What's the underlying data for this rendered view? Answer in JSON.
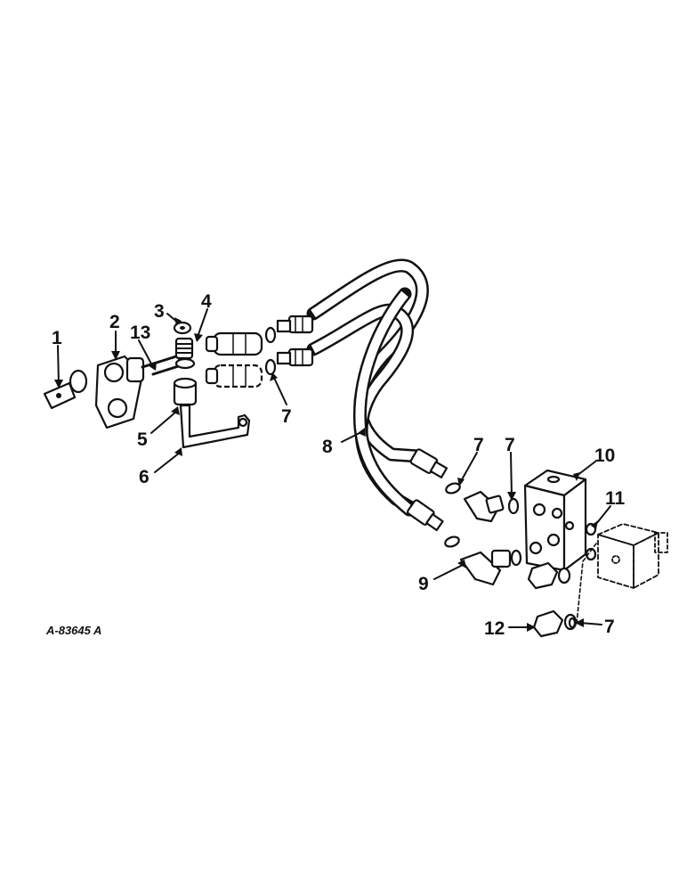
{
  "drawing_code": "A-83645 A",
  "callouts": [
    {
      "id": "c1",
      "text": "1"
    },
    {
      "id": "c2",
      "text": "2"
    },
    {
      "id": "c3",
      "text": "3"
    },
    {
      "id": "c4",
      "text": "4"
    },
    {
      "id": "c5",
      "text": "5"
    },
    {
      "id": "c6",
      "text": "6"
    },
    {
      "id": "c7a",
      "text": "7"
    },
    {
      "id": "c7b",
      "text": "7"
    },
    {
      "id": "c7c",
      "text": "7"
    },
    {
      "id": "c7d",
      "text": "7"
    },
    {
      "id": "c8",
      "text": "8"
    },
    {
      "id": "c9",
      "text": "9"
    },
    {
      "id": "c10",
      "text": "10"
    },
    {
      "id": "c11",
      "text": "11"
    },
    {
      "id": "c12",
      "text": "12"
    },
    {
      "id": "c13",
      "text": "13"
    }
  ]
}
